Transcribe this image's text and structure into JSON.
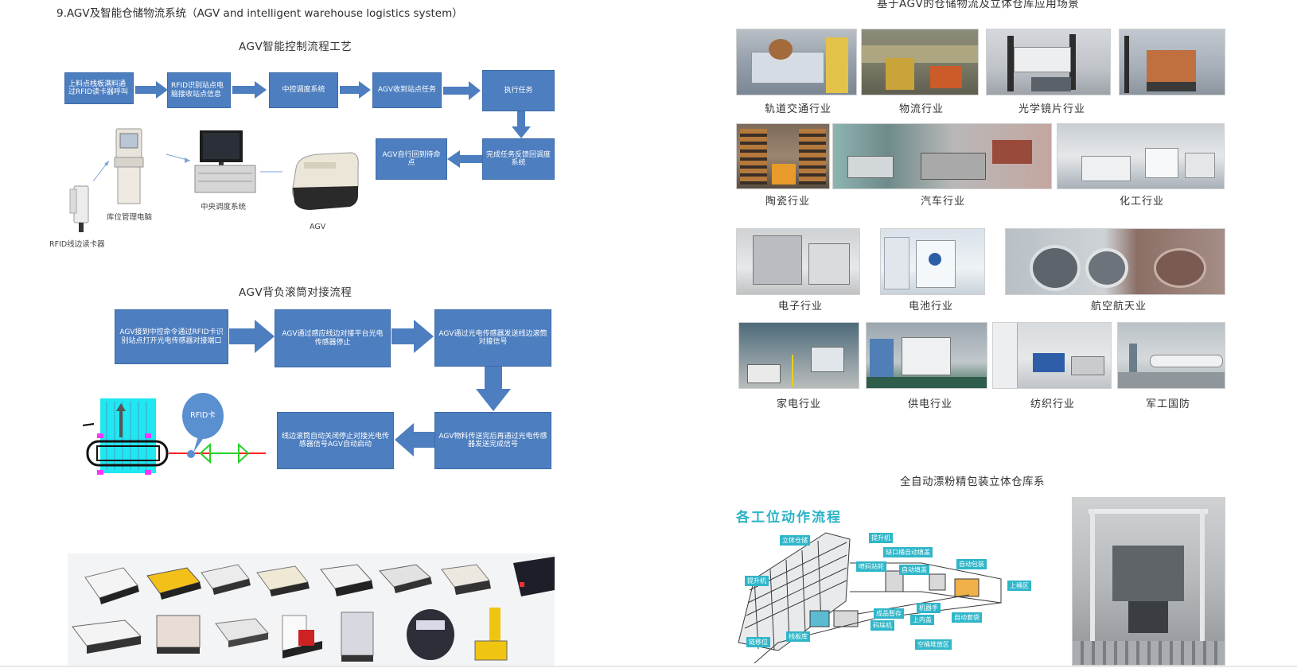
{
  "page_title": "9.AGV及智能仓储物流系统（AGV and intelligent warehouse logistics system）",
  "section1": {
    "title": "AGV智能控制流程工艺",
    "boxes": [
      "上料点栈板满料通过RFID读卡器呼叫",
      "RFID识别站点电脑接收站点信息",
      "中控调度系统",
      "AGV收到站点任务",
      "执行任务",
      "完成任务反馈回调度系统",
      "AGV自行回到待命点"
    ],
    "devices": {
      "rfid_reader": "RFID线边读卡器",
      "storage_pc": "库位管理电脑",
      "central": "中央调度系统",
      "agv": "AGV"
    }
  },
  "section2": {
    "title": "AGV背负滚筒对接流程",
    "boxes": [
      "AGV接到中控命令通过RFID卡识别站点打开光电传感器对接端口",
      "AGV通过感应线边对接平台光电传感器停止",
      "AGV通过光电传感器发送线边滚筒对接信号",
      "AGV物料传送完后再通过光电传感器发送完成信号",
      "线边滚筒自动关闭停止对接光电传感器信号AGV自动启动"
    ],
    "rfid_card": "RFID卡"
  },
  "right_top": {
    "title": "基于AGV的仓储物流及立体仓库应用场景",
    "industries": [
      "轨道交通行业",
      "物流行业",
      "光学镜片行业",
      "陶瓷行业",
      "汽车行业",
      "化工行业",
      "电子行业",
      "电池行业",
      "航空航天业",
      "家电行业",
      "供电行业",
      "纺织行业",
      "军工国防"
    ]
  },
  "right_bottom": {
    "title": "全自动漂粉精包装立体仓库系",
    "flow_heading": "各工位动作流程",
    "tags": [
      "立体仓储",
      "提升机",
      "提升机",
      "缺口桶自动填盖",
      "喷码站轮",
      "自动填盖",
      "自动包装",
      "上桶区",
      "机器手",
      "成品暂存",
      "上内盖",
      "码垛机",
      "自动套袋",
      "栈板库",
      "链移位",
      "空桶堆放区"
    ]
  },
  "colors": {
    "flow_box": "#4d7ebf",
    "tag_cyan": "#2fb6c9"
  }
}
